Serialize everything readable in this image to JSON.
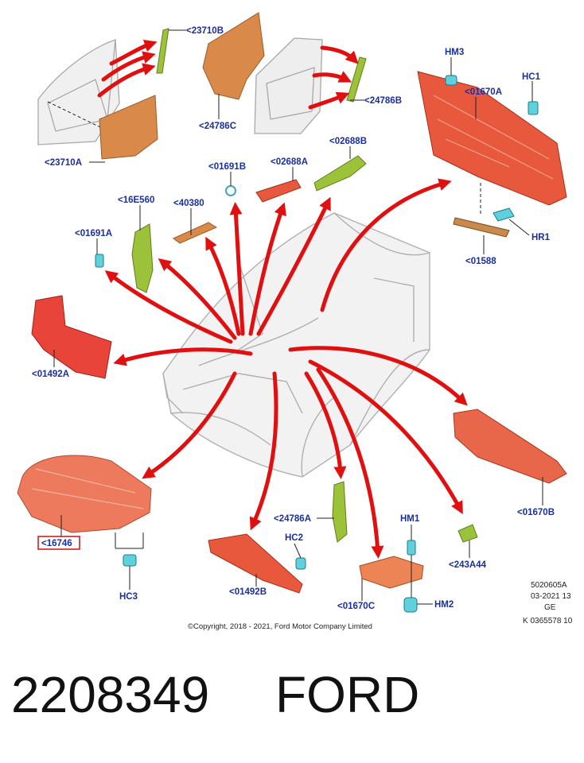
{
  "labels": {
    "p23710B": "<23710B",
    "p24786C": "<24786C",
    "p24786B": "<24786B",
    "p23710A": "<23710A",
    "pHM3": "HM3",
    "pHC1": "HC1",
    "p01670A": "<01670A",
    "p01691B": "<01691B",
    "p02688A": "<02688A",
    "p02688B": "<02688B",
    "p16E560": "<16E560",
    "p40380": "<40380",
    "p01691A": "<01691A",
    "pHR1": "HR1",
    "p01588": "<01588",
    "p01492A": "<01492A",
    "p16746": "<16746",
    "pHC3": "HC3",
    "p24786A": "<24786A",
    "pHM1": "HM1",
    "pHC2": "HC2",
    "p01492B": "<01492B",
    "p01670C": "<01670C",
    "pHM2": "HM2",
    "p243A44": "<243A44",
    "p01670B": "<01670B"
  },
  "meta": {
    "line1": "5020605A",
    "line2": "03-2021 13",
    "line3": "GE",
    "line4": "K 0365578 10"
  },
  "copyright": "©Copyright, 2018 - 2021, Ford Motor Company Limited",
  "part_number": "2208349",
  "brand": "FORD",
  "colors": {
    "label_blue": "#1a2fa0",
    "arrow_red": "#e01010",
    "insulator_tan": "#d9894a",
    "bulkhead_red": "#e8583c",
    "clip_cyan": "#5fd0dc",
    "seal_green": "#9cc23a",
    "highlight_box": "#d02020"
  }
}
